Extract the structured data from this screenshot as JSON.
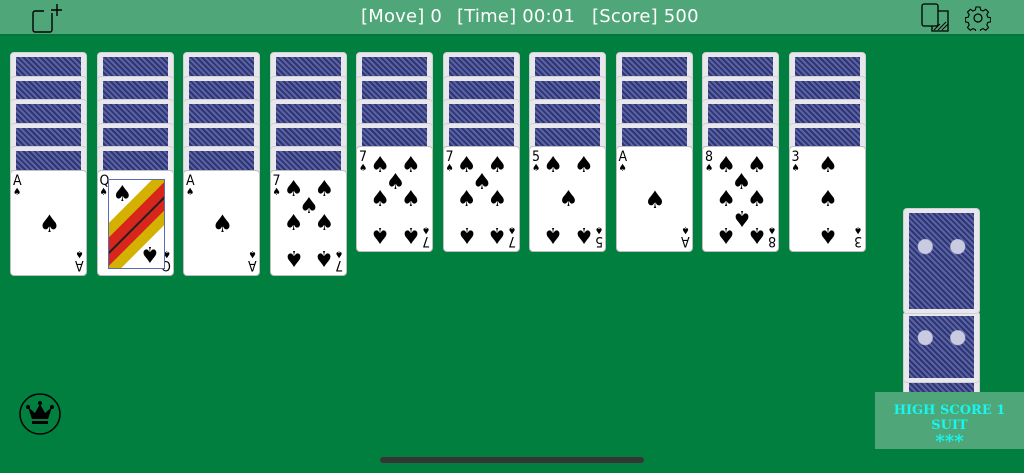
{
  "header": {
    "move_label": "[Move] 0",
    "time_label": "[Time] 00:01",
    "score_label": "[Score] 500",
    "icons": [
      "new-game-icon",
      "hint-cards-icon",
      "gear-icon"
    ]
  },
  "colors": {
    "felt": "#007f3f",
    "header": "#4fa678",
    "highlight_text": "#19f5f0",
    "card_back": "#2d3577"
  },
  "tableau": [
    {
      "hidden": 5,
      "face": {
        "rank": "A",
        "suit": "♠"
      }
    },
    {
      "hidden": 5,
      "face": {
        "rank": "Q",
        "suit": "♠"
      }
    },
    {
      "hidden": 5,
      "face": {
        "rank": "A",
        "suit": "♠"
      }
    },
    {
      "hidden": 5,
      "face": {
        "rank": "7",
        "suit": "♠"
      }
    },
    {
      "hidden": 4,
      "face": {
        "rank": "7",
        "suit": "♠"
      }
    },
    {
      "hidden": 4,
      "face": {
        "rank": "7",
        "suit": "♠"
      }
    },
    {
      "hidden": 4,
      "face": {
        "rank": "5",
        "suit": "♠"
      }
    },
    {
      "hidden": 4,
      "face": {
        "rank": "A",
        "suit": "♠"
      }
    },
    {
      "hidden": 4,
      "face": {
        "rank": "8",
        "suit": "♠"
      }
    },
    {
      "hidden": 4,
      "face": {
        "rank": "3",
        "suit": "♠"
      }
    }
  ],
  "stock": {
    "deals_remaining": 5
  },
  "high_score": {
    "title": "HIGH SCORE 1 SUIT",
    "stars": "***"
  },
  "leaderboard_icon": "crown-icon"
}
